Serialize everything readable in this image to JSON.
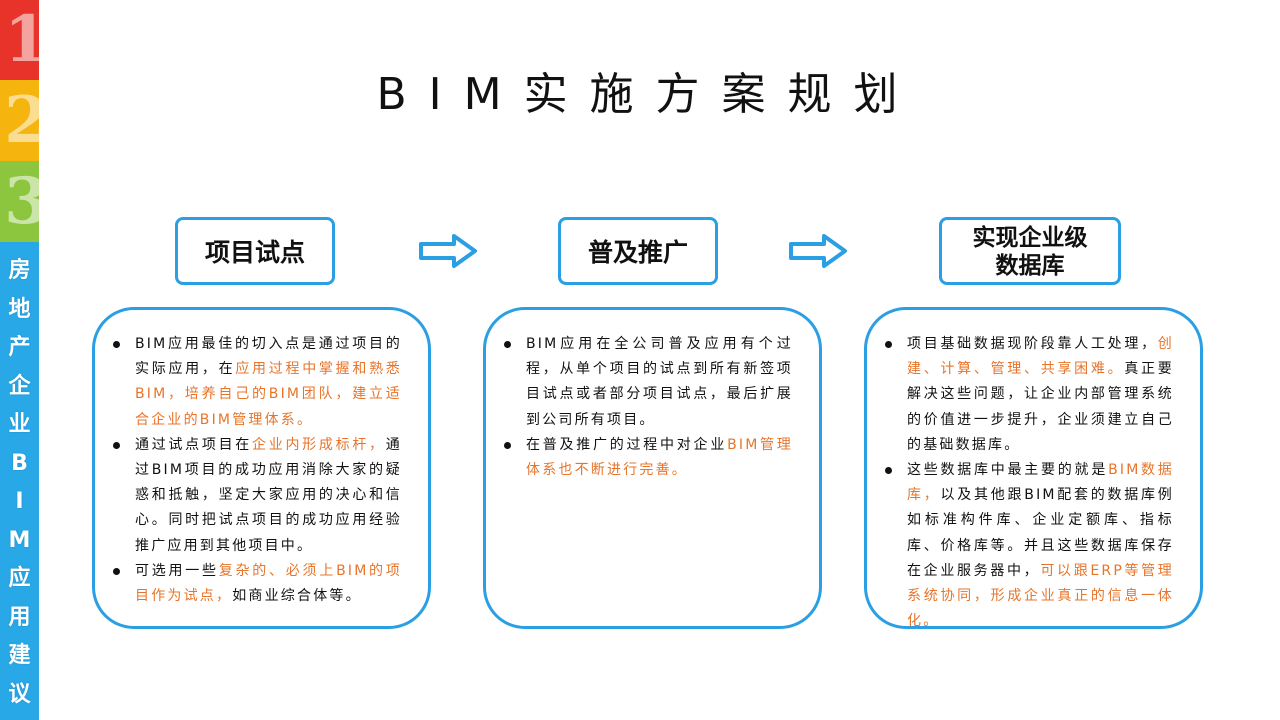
{
  "sidebar": {
    "nums": [
      "1",
      "2",
      "3"
    ],
    "vertical_text": [
      "房",
      "地",
      "产",
      "企",
      "业",
      "B",
      "I",
      "M",
      "应",
      "用",
      "建",
      "议"
    ],
    "colors": {
      "red": "#e8332a",
      "yellow": "#f6b40e",
      "green": "#8cc63f",
      "blue": "#29a8e8"
    }
  },
  "title": "BIM实施方案规划",
  "steps": [
    {
      "label": "项目试点"
    },
    {
      "label_line1": "实现企业级",
      "label_line2": "数据库"
    },
    {
      "label": "普及推广"
    }
  ],
  "accent_color": "#e8742a",
  "border_color": "#2a9fe3",
  "box1": {
    "b1_t1": "BIM应用最佳的切入点是通过项目的实际应用，在",
    "b1_h1": "应用过程中掌握和熟悉BIM，培养自己的BIM团队，建立适合企业的BIM管理体系。",
    "b2_t1": "通过试点项目在",
    "b2_h1": "企业内形成标杆，",
    "b2_t2": "通过BIM项目的成功应用消除大家的疑惑和抵触，坚定大家应用的决心和信心。同时把试点项目的成功应用经验推广应用到其他项目中。",
    "b3_t1": "可选用一些",
    "b3_h1": "复杂的、必须上BIM的项目作为试点，",
    "b3_t2": "如商业综合体等。"
  },
  "box2": {
    "b1_t1": "BIM应用在全公司普及应用有个过程，从单个项目的试点到所有新签项目试点或者部分项目试点，最后扩展到公司所有项目。",
    "b2_t1": "在普及推广的过程中对企业",
    "b2_h1": "BIM管理体系也不断进行完善。"
  },
  "box3": {
    "b1_t1": "项目基础数据现阶段靠人工处理，",
    "b1_h1": "创建、计算、管理、共享困难。",
    "b1_t2": "真正要解决这些问题，让企业内部管理系统的价值进一步提升，企业须建立自己的基础数据库。",
    "b2_t1": "这些数据库中最主要的就是",
    "b2_h1": "BIM数据库，",
    "b2_t2": "以及其他跟BIM配套的数据库例如标准构件库、企业定额库、指标库、价格库等。并且这些数据库保存在企业服务器中，",
    "b2_h2": "可以跟ERP等管理系统协同，形成企业真正的信息一体化。"
  }
}
